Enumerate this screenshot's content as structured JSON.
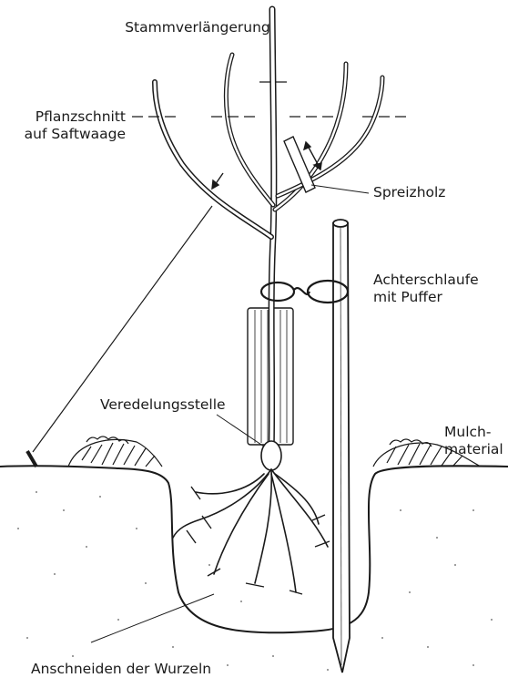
{
  "labels": {
    "trunk_extension": "Stammverlängerung",
    "pruning_line1": "Pflanzschnitt",
    "pruning_line2": "auf Saftwaage",
    "spreader": "Spreizholz",
    "figure_eight_line1": "Achterschlaufe",
    "figure_eight_line2": "mit Puffer",
    "graft_union": "Veredelungsstelle",
    "mulch_line1": "Mulch-",
    "mulch_line2": "material",
    "root_pruning": "Anschneiden der Wurzeln"
  },
  "colors": {
    "ink": "#1a1a1a",
    "background": "#ffffff"
  }
}
